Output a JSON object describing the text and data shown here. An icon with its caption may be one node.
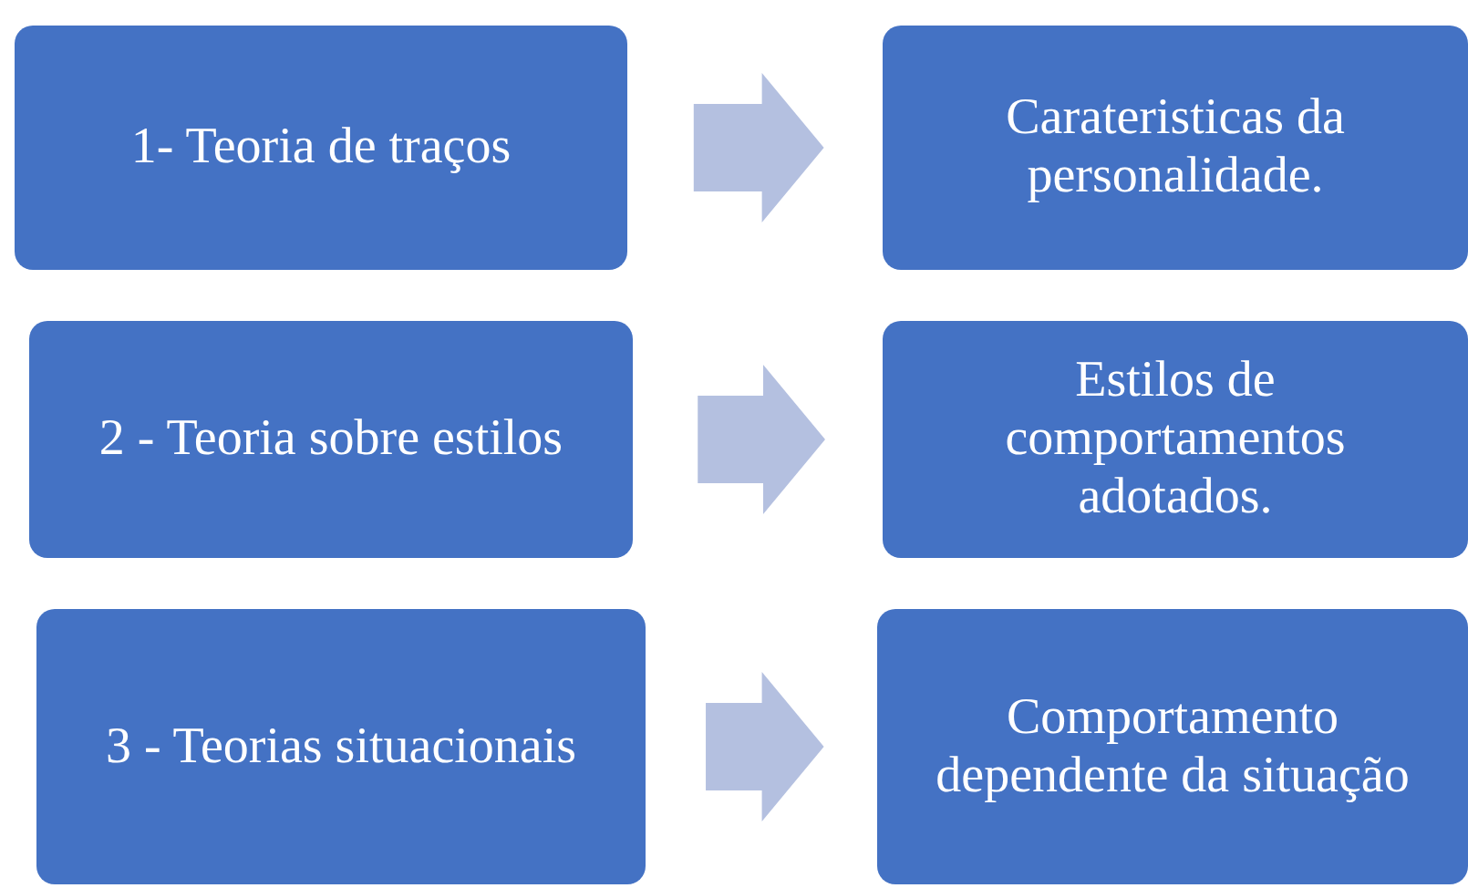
{
  "diagram": {
    "nodes": [
      {
        "text": [
          "1- Teoria de traços"
        ]
      },
      {
        "text": [
          "Carateristicas da personalidade."
        ]
      },
      {
        "text": [
          "2 - Teoria sobre estilos"
        ]
      },
      {
        "text": [
          "Estilos de comportamentos adotados."
        ]
      },
      {
        "text": [
          "3 - Teorias situacionais"
        ]
      },
      {
        "text": [
          "Comportamento dependente da situação"
        ]
      }
    ],
    "edges": [
      {
        "from": 0,
        "to": 1,
        "arrow": "to"
      },
      {
        "from": 2,
        "to": 3,
        "arrow": "to"
      },
      {
        "from": 4,
        "to": 5,
        "arrow": "to"
      }
    ]
  }
}
